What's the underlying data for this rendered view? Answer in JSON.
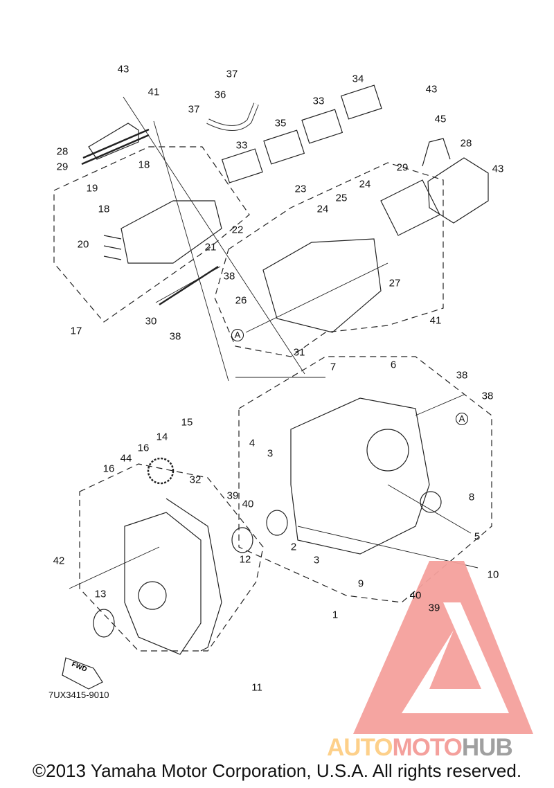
{
  "diagram": {
    "part_labels": [
      "43",
      "41",
      "37",
      "36",
      "37",
      "34",
      "43",
      "33",
      "35",
      "33",
      "45",
      "28",
      "28",
      "29",
      "18",
      "19",
      "18",
      "23",
      "24",
      "29",
      "43",
      "25",
      "24",
      "22",
      "21",
      "20",
      "38",
      "27",
      "26",
      "41",
      "30",
      "17",
      "38",
      "A",
      "31",
      "7",
      "6",
      "38",
      "38",
      "A",
      "15",
      "14",
      "16",
      "44",
      "16",
      "32",
      "4",
      "3",
      "39",
      "40",
      "8",
      "5",
      "2",
      "3",
      "12",
      "42",
      "9",
      "10",
      "40",
      "39",
      "13",
      "1",
      "11"
    ],
    "fwd_label": "FWD",
    "drawing_code": "7UX3415-9010"
  },
  "watermark": {
    "part1": "AUTO",
    "part2": "MOTO",
    "part3": "HUB",
    "colors": [
      "#fdd08a",
      "#f4a09c",
      "#a0a0a0"
    ]
  },
  "footer": {
    "copyright": "©2013 Yamaha Motor Corporation, U.S.A. All rights reserved."
  }
}
